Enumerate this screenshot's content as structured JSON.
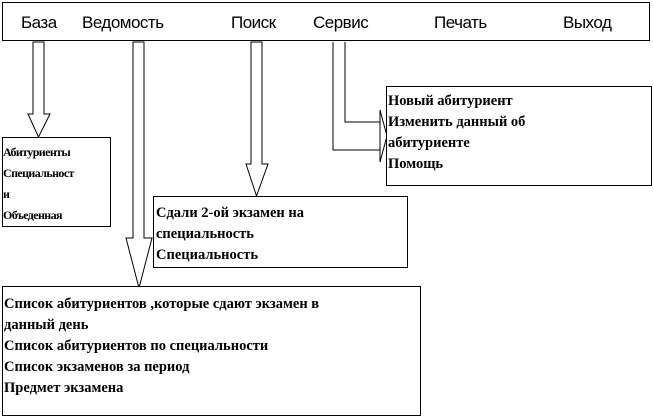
{
  "menu": {
    "items": [
      "База",
      "Ведомость",
      "Поиск",
      "Сервис",
      "Печать",
      "Выход"
    ]
  },
  "boxes": {
    "baza": [
      "Абитуриенты",
      "Специальност",
      "и",
      "Объеденная"
    ],
    "poisk": [
      "Сдали 2-ой экзамен на",
      "специальность",
      "Специальность"
    ],
    "servis": [
      "Новый абитуриент",
      "Изменить данный об",
      "абитуриенте",
      "Помощь"
    ],
    "vedomost": [
      "Список абитуриентов ,которые сдают экзамен в",
      "данный день",
      "Список абитуриентов по специальности",
      "Список экзаменов за период",
      "Предмет экзамена"
    ]
  }
}
